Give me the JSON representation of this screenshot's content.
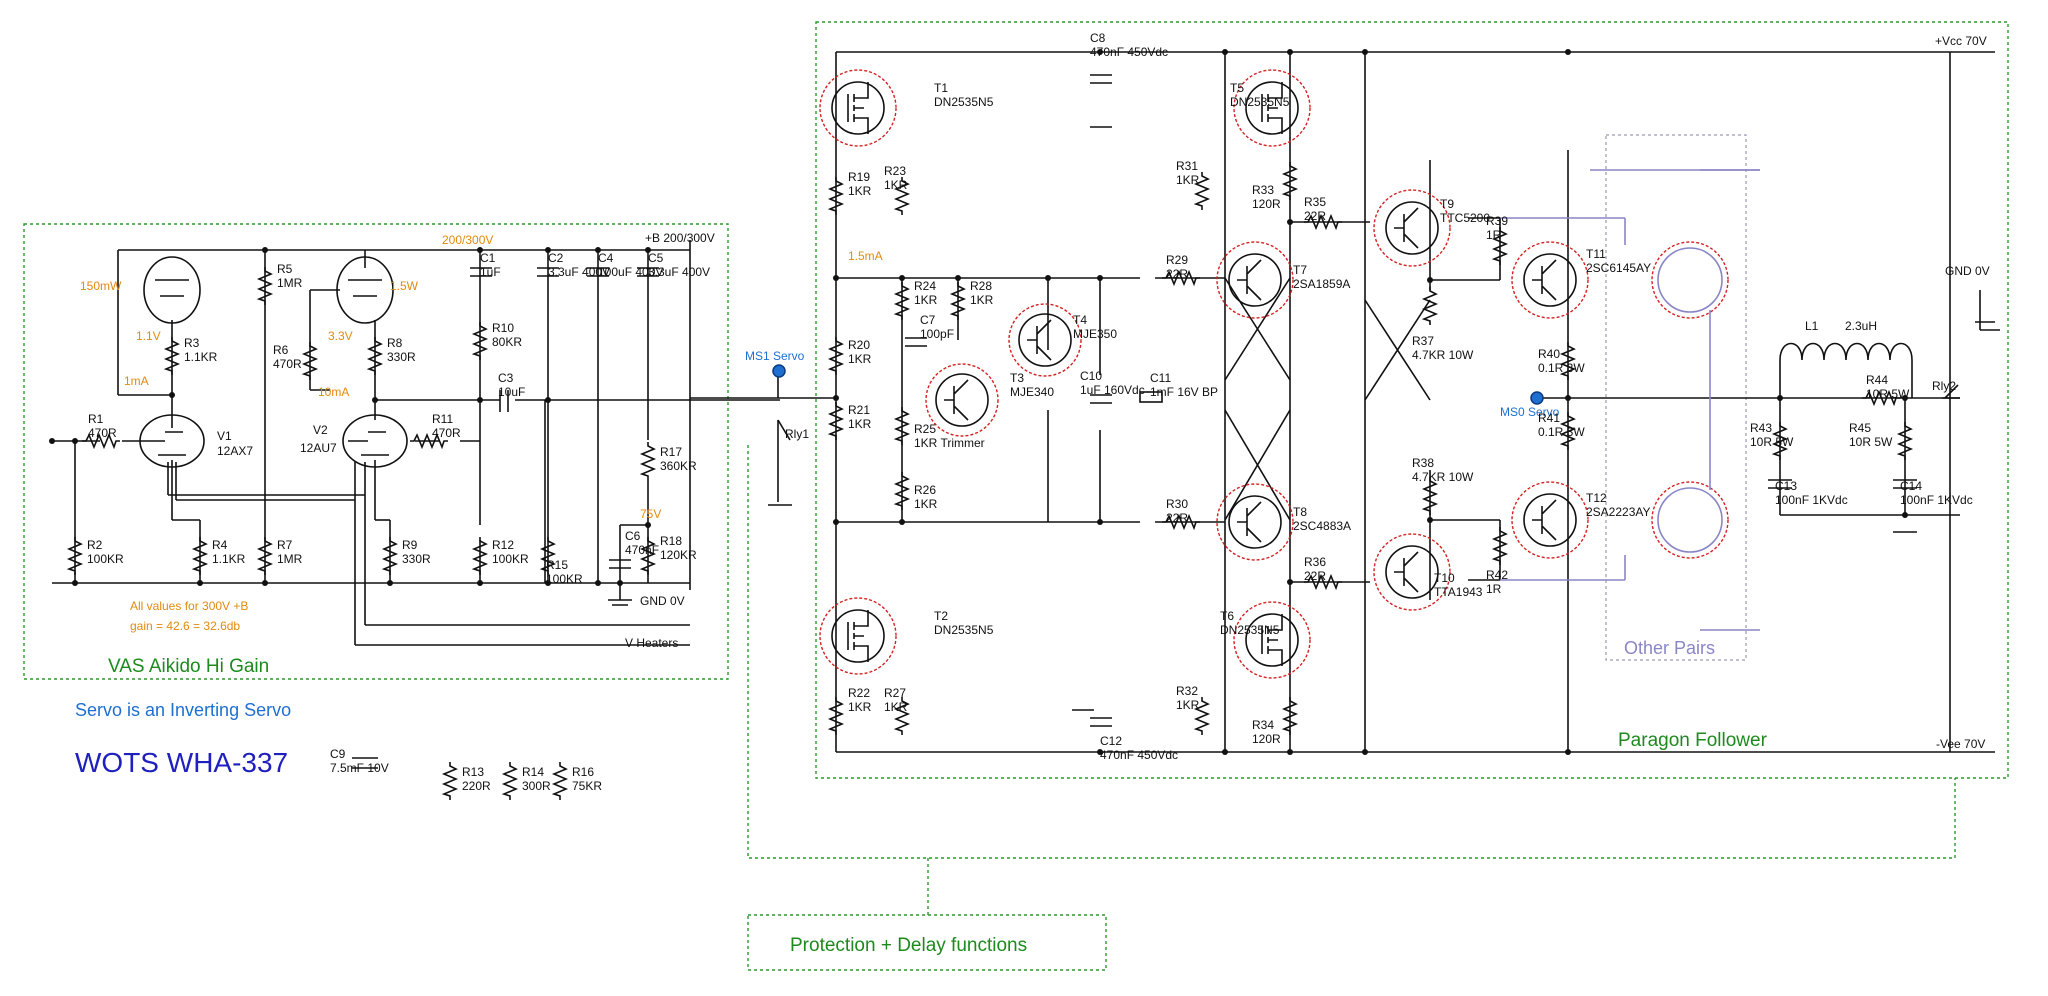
{
  "blocks": {
    "vas": "VAS Aikido Hi Gain",
    "paragon": "Paragon Follower",
    "protection": "Protection + Delay functions",
    "other_pairs": "Other Pairs"
  },
  "notes": {
    "servo": "Servo is an Inverting Servo",
    "title": "WOTS WHA-337",
    "values_note": "All values for 300V +B",
    "gain_note": "gain = 42.6 = 32.6db"
  },
  "rails": {
    "vcc": "+Vcc 70V",
    "vee": "-Vee 70V",
    "gnd_out": "GND 0V",
    "b_plus": "+B 200/300V",
    "b_mid": "200/300V",
    "gnd_vas": "GND 0V",
    "heaters": "V Heaters",
    "v75": "75V"
  },
  "servo_points": {
    "ms1": "MS1 Servo",
    "ms0": "MS0 Servo"
  },
  "annotations": {
    "p150mw": "150mW",
    "p15w": "1.5W",
    "v11": "1.1V",
    "i1ma": "1mA",
    "v33": "3.3V",
    "i10ma": "10mA",
    "i15ma": "1.5mA"
  },
  "tubes": {
    "v1": {
      "ref": "V1",
      "type": "12AX7"
    },
    "v2": {
      "ref": "V2",
      "type": "12AU7"
    }
  },
  "resistors": [
    {
      "key": "r1",
      "ref": "R1",
      "val": "470R"
    },
    {
      "key": "r2",
      "ref": "R2",
      "val": "100KR"
    },
    {
      "key": "r3",
      "ref": "R3",
      "val": "1.1KR"
    },
    {
      "key": "r4",
      "ref": "R4",
      "val": "1.1KR"
    },
    {
      "key": "r5",
      "ref": "R5",
      "val": "1MR"
    },
    {
      "key": "r6",
      "ref": "R6",
      "val": "470R"
    },
    {
      "key": "r7",
      "ref": "R7",
      "val": "1MR"
    },
    {
      "key": "r8",
      "ref": "R8",
      "val": "330R"
    },
    {
      "key": "r9",
      "ref": "R9",
      "val": "330R"
    },
    {
      "key": "r10",
      "ref": "R10",
      "val": "80KR"
    },
    {
      "key": "r11",
      "ref": "R11",
      "val": "470R"
    },
    {
      "key": "r12",
      "ref": "R12",
      "val": "100KR"
    },
    {
      "key": "r13",
      "ref": "R13",
      "val": "220R"
    },
    {
      "key": "r14",
      "ref": "R14",
      "val": "300R"
    },
    {
      "key": "r15",
      "ref": "R15",
      "val": "100KR"
    },
    {
      "key": "r16",
      "ref": "R16",
      "val": "75KR"
    },
    {
      "key": "r17",
      "ref": "R17",
      "val": "360KR"
    },
    {
      "key": "r18",
      "ref": "R18",
      "val": "120KR"
    },
    {
      "key": "r19",
      "ref": "R19",
      "val": "1KR"
    },
    {
      "key": "r20",
      "ref": "R20",
      "val": "1KR"
    },
    {
      "key": "r21",
      "ref": "R21",
      "val": "1KR"
    },
    {
      "key": "r22",
      "ref": "R22",
      "val": "1KR"
    },
    {
      "key": "r23",
      "ref": "R23",
      "val": "1KR"
    },
    {
      "key": "r24",
      "ref": "R24",
      "val": "1KR"
    },
    {
      "key": "r25",
      "ref": "R25",
      "val": "1KR Trimmer"
    },
    {
      "key": "r26",
      "ref": "R26",
      "val": "1KR"
    },
    {
      "key": "r27",
      "ref": "R27",
      "val": "1KR"
    },
    {
      "key": "r28",
      "ref": "R28",
      "val": "1KR"
    },
    {
      "key": "r29",
      "ref": "R29",
      "val": "22R"
    },
    {
      "key": "r30",
      "ref": "R30",
      "val": "22R"
    },
    {
      "key": "r31",
      "ref": "R31",
      "val": "1KR"
    },
    {
      "key": "r32",
      "ref": "R32",
      "val": "1KR"
    },
    {
      "key": "r33",
      "ref": "R33",
      "val": "120R"
    },
    {
      "key": "r34",
      "ref": "R34",
      "val": "120R"
    },
    {
      "key": "r35",
      "ref": "R35",
      "val": "22R"
    },
    {
      "key": "r36",
      "ref": "R36",
      "val": "22R"
    },
    {
      "key": "r37",
      "ref": "R37",
      "val": "4.7KR 10W"
    },
    {
      "key": "r38",
      "ref": "R38",
      "val": "4.7KR 10W"
    },
    {
      "key": "r39",
      "ref": "R39",
      "val": "1R"
    },
    {
      "key": "r40",
      "ref": "R40",
      "val": "0.1R 3W"
    },
    {
      "key": "r41",
      "ref": "R41",
      "val": "0.1R 3W"
    },
    {
      "key": "r42",
      "ref": "R42",
      "val": "1R"
    },
    {
      "key": "r43",
      "ref": "R43",
      "val": "10R 5W"
    },
    {
      "key": "r44",
      "ref": "R44",
      "val": "10R 5W"
    },
    {
      "key": "r45",
      "ref": "R45",
      "val": "10R 5W"
    }
  ],
  "capacitors": [
    {
      "key": "c1",
      "ref": "C1",
      "val": "1uF"
    },
    {
      "key": "c2",
      "ref": "C2",
      "val": "3.3uF 400V"
    },
    {
      "key": "c3",
      "ref": "C3",
      "val": "10uF"
    },
    {
      "key": "c4",
      "ref": "C4",
      "val": "100uF 400V"
    },
    {
      "key": "c5",
      "ref": "C5",
      "val": "3.3uF 400V"
    },
    {
      "key": "c6",
      "ref": "C6",
      "val": "470nF"
    },
    {
      "key": "c7",
      "ref": "C7",
      "val": "100pF"
    },
    {
      "key": "c8",
      "ref": "C8",
      "val": "470nF 450Vdc"
    },
    {
      "key": "c9",
      "ref": "C9",
      "val": "7.5mF 10V"
    },
    {
      "key": "c10",
      "ref": "C10",
      "val": "1uF 160Vdc"
    },
    {
      "key": "c11",
      "ref": "C11",
      "val": "1mF 16V BP"
    },
    {
      "key": "c12",
      "ref": "C12",
      "val": "470nF 450Vdc"
    },
    {
      "key": "c13",
      "ref": "C13",
      "val": "100nF 1KVdc"
    },
    {
      "key": "c14",
      "ref": "C14",
      "val": "100nF 1KVdc"
    }
  ],
  "transistors": [
    {
      "key": "t1",
      "ref": "T1",
      "type": "DN2535N5"
    },
    {
      "key": "t2",
      "ref": "T2",
      "type": "DN2535N5"
    },
    {
      "key": "t3",
      "ref": "T3",
      "type": "MJE340"
    },
    {
      "key": "t4",
      "ref": "T4",
      "type": "MJE350"
    },
    {
      "key": "t5",
      "ref": "T5",
      "type": "DN2535N5"
    },
    {
      "key": "t6",
      "ref": "T6",
      "type": "DN2535N5"
    },
    {
      "key": "t7",
      "ref": "T7",
      "type": "2SA1859A"
    },
    {
      "key": "t8",
      "ref": "T8",
      "type": "2SC4883A"
    },
    {
      "key": "t9",
      "ref": "T9",
      "type": "TTC5200"
    },
    {
      "key": "t10",
      "ref": "T10",
      "type": "TTA1943"
    },
    {
      "key": "t11",
      "ref": "T11",
      "type": "2SC6145AY"
    },
    {
      "key": "t12",
      "ref": "T12",
      "type": "2SA2223AY"
    }
  ],
  "inductor": {
    "ref": "L1",
    "val": "2.3uH"
  },
  "relays": {
    "rly1": "Rly1",
    "rly2": "Rly2"
  }
}
